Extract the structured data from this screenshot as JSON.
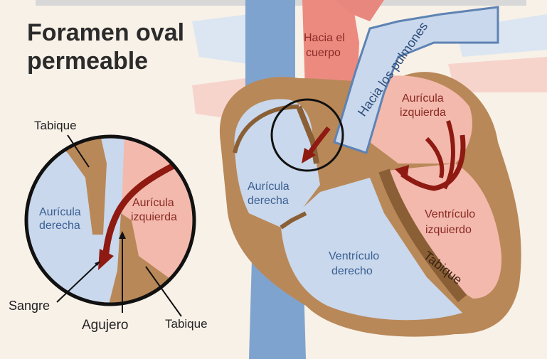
{
  "title_line1": "Foramen oval",
  "title_line2": "permeable",
  "inset": {
    "tabique_top": "Tabique",
    "auricula_derecha_1": "Aurícula",
    "auricula_derecha_2": "derecha",
    "auricula_izquierda_1": "Aurícula",
    "auricula_izquierda_2": "izquierda",
    "sangre": "Sangre",
    "agujero": "Agujero",
    "tabique_bottom": "Tabique"
  },
  "heart": {
    "hacia_el_1": "Hacia el",
    "hacia_el_2": "cuerpo",
    "hacia_pulmones": "Hacia los pulmones",
    "auricula_izquierda_1": "Aurícula",
    "auricula_izquierda_2": "izquierda",
    "auricula_derecha_1": "Aurícula",
    "auricula_derecha_2": "derecha",
    "ventriculo_izquierdo_1": "Ventrículo",
    "ventriculo_izquierdo_2": "izquierdo",
    "ventriculo_derecho_1": "Ventrículo",
    "ventriculo_derecho_2": "derecho",
    "tabique": "Tabique"
  },
  "colors": {
    "blood_blue": "#c9d8ec",
    "vessel_blue": "#7fa3cf",
    "blood_red": "#f3b9ad",
    "artery_red": "#e8877e",
    "muscle": "#b98858",
    "arrow": "#8e1a12"
  }
}
